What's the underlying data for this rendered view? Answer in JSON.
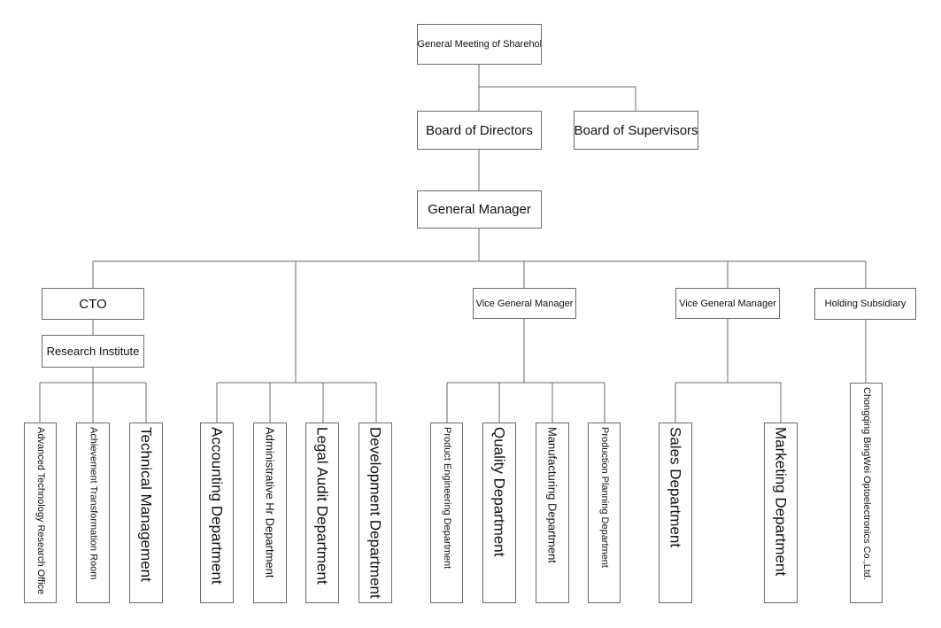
{
  "nodes": {
    "shareholders": "The General Meeting of Shareholders",
    "board_directors": "Board of Directors",
    "board_supervisors": "Board of Supervisors",
    "general_manager": "General Manager",
    "cto": "CTO",
    "research_institute": "Research Institute",
    "vgm_1": "Vice General Manager",
    "vgm_2": "Vice General Manager",
    "holding": "Holding Subsidiary",
    "advanced_tech": "Advanced Technology Research Office",
    "achievement": "Achievement Transformation Room",
    "technical_mgmt": "Technical Management",
    "accounting": "Accounting Department",
    "admin_hr": "Administrative Hr Department",
    "legal_audit": "Legal Audit Department",
    "development": "Development Department",
    "product_eng": "Product Engineering Department",
    "quality": "Quality Department",
    "manufacturing": "Manufacturing Department",
    "production_planning": "Production Planning Department",
    "sales": "Sales Department",
    "marketing": "Marketing Department",
    "subsidiary_company": "Chongqing BingWei Optoelectronics Co.,Ltd."
  }
}
